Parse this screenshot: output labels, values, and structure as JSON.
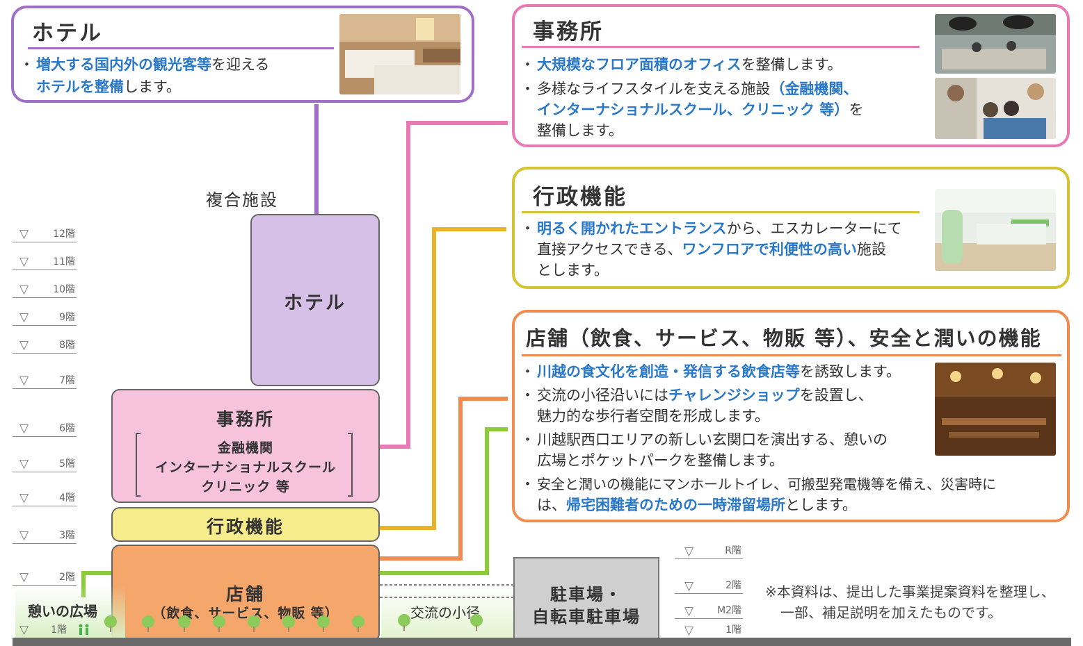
{
  "hotel_card": {
    "title": "ホテル",
    "b1_p1": "増大する国内外の観光客等",
    "b1_p2": "を迎える",
    "b1_p3": "ホテルを整備",
    "b1_p4": "します。"
  },
  "office_card": {
    "title": "事務所",
    "b1_p1": "大規模なフロア面積のオフィス",
    "b1_p2": "を整備します。",
    "b2_p1": "多様なライフスタイルを支える施設",
    "b2_p2": "（金融機関、",
    "b2_p3": "インターナショナルスクール、クリニック 等）",
    "b2_p4": "を",
    "b2_p5": "整備します。"
  },
  "admin_card": {
    "title": "行政機能",
    "b1_p1": "明るく開かれたエントランス",
    "b1_p2": "から、エスカレーターにて",
    "b1_p3": "直接アクセスできる、",
    "b1_p4": "ワンフロアで利便性の高い",
    "b1_p5": "施設",
    "b1_p6": "とします。"
  },
  "shop_card": {
    "title": "店舗（飲食、サービス、物販 等）、安全と潤いの機能",
    "b1_p1": "川越の食文化を創造・発信する飲食店等",
    "b1_p2": "を誘致します。",
    "b2_p1": "交流の小径沿いには",
    "b2_p2": "チャレンジショップ",
    "b2_p3": "を設置し、",
    "b2_p4": "魅力的な歩行者空間を形成します。",
    "b3_p1": "川越駅西口エリアの新しい玄関口を演出する、憩いの",
    "b3_p2": "広場とポケットパークを整備します。",
    "b4_p1": "安全と潤いの機能にマンホールトイレ、可搬型発電機等を備え、災害時に",
    "b4_p2": "は、",
    "b4_p3": "帰宅困難者のための一時滞留場所",
    "b4_p4": "とします。"
  },
  "building": {
    "complex_label": "複合施設",
    "hotel": "ホテル",
    "office": "事務所",
    "office_sub1": "金融機関",
    "office_sub2": "インターナショナルスクール",
    "office_sub3": "クリニック 等",
    "admin": "行政機能",
    "shop": "店舗",
    "shop_sub": "（飲食、サービス、物販 等）"
  },
  "left_floors": [
    "12階",
    "11階",
    "10階",
    "9階",
    "8階",
    "7階",
    "6階",
    "5階",
    "4階",
    "3階",
    "2階",
    "1階"
  ],
  "right_floors": [
    "R階",
    "2階",
    "M2階",
    "1階"
  ],
  "plaza_label": "憩いの広場",
  "path_label": "交流の小径",
  "parking_line1": "駐車場・",
  "parking_line2": "自転車駐車場",
  "note_line1": "※本資料は、提出した事業提案資料を整理し、",
  "note_line2": "一部、補足説明を加えたものです。",
  "bullet": "・",
  "floor_marker": "▽",
  "colors": {
    "hotel": "#a070c8",
    "office": "#e879b4",
    "admin": "#d4c332",
    "shop": "#f08c50",
    "green": "#8ccb3a",
    "highlight": "#2a78c8"
  }
}
